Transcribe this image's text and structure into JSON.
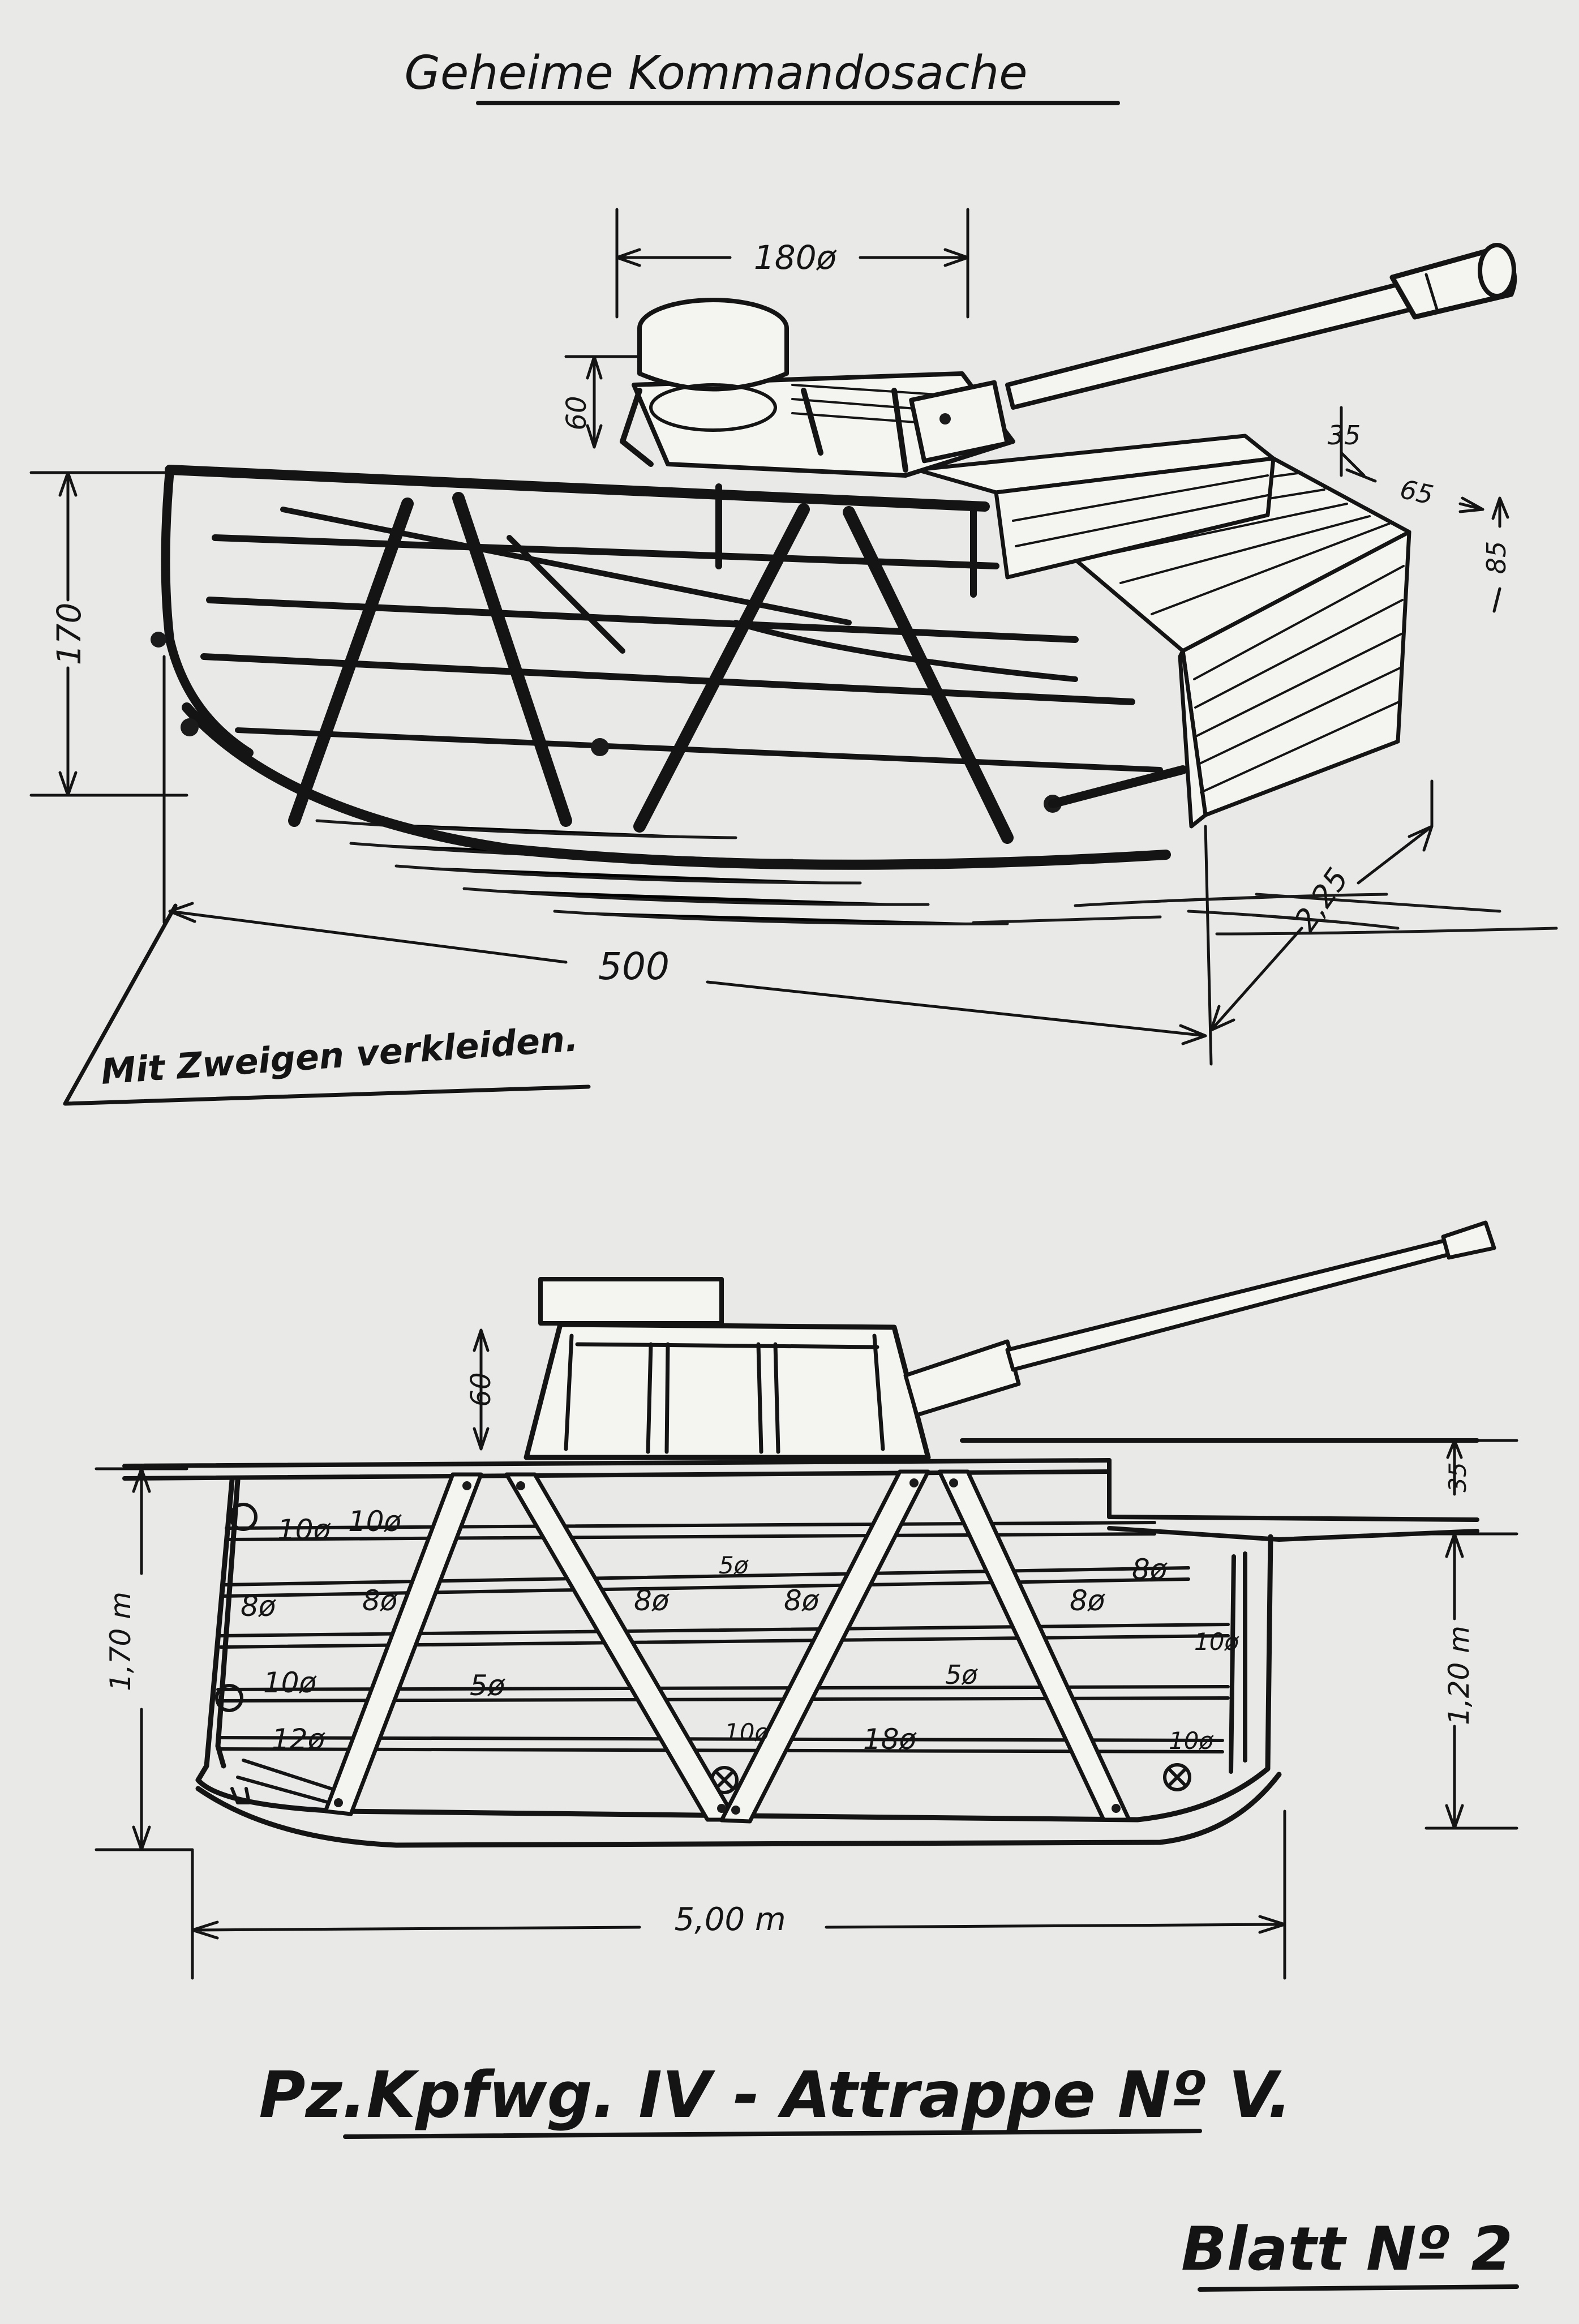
{
  "header": {
    "classification": "Geheime Kommandosache"
  },
  "perspective_view": {
    "dim_turret_diameter": "180ø",
    "dim_turret_height": "60",
    "dim_overall_height": "170",
    "dim_overall_length": "500",
    "dim_width": "2,25",
    "dim_box_top": "35",
    "dim_box_depth": "65",
    "dim_box_height": "85",
    "note": "Mit Zweigen verkleiden."
  },
  "side_view": {
    "dim_turret_height": "60",
    "dim_height_front": "1,70 m",
    "dim_height_rear": "1,20 m",
    "dim_top_step": "35",
    "dim_length": "5,00 m",
    "pole_labels": {
      "l_10a": "10ø",
      "l_10b": "10ø",
      "l_8a": "8ø",
      "l_8b": "8ø",
      "l_8c": "8ø",
      "l_8d": "8ø",
      "l_8e": "8ø",
      "l_8f": "8ø",
      "l_5a": "5ø",
      "l_5b": "5ø",
      "l_5c": "5ø",
      "l_10c": "10ø",
      "l_10d": "10ø",
      "l_10e": "10ø",
      "l_10f": "10ø",
      "l_12": "12ø",
      "l_18": "18ø"
    }
  },
  "footer": {
    "title": "Pz.Kpfwg. IV - Attrappe Nº V.",
    "sheet_number": "Blatt Nº 2"
  }
}
